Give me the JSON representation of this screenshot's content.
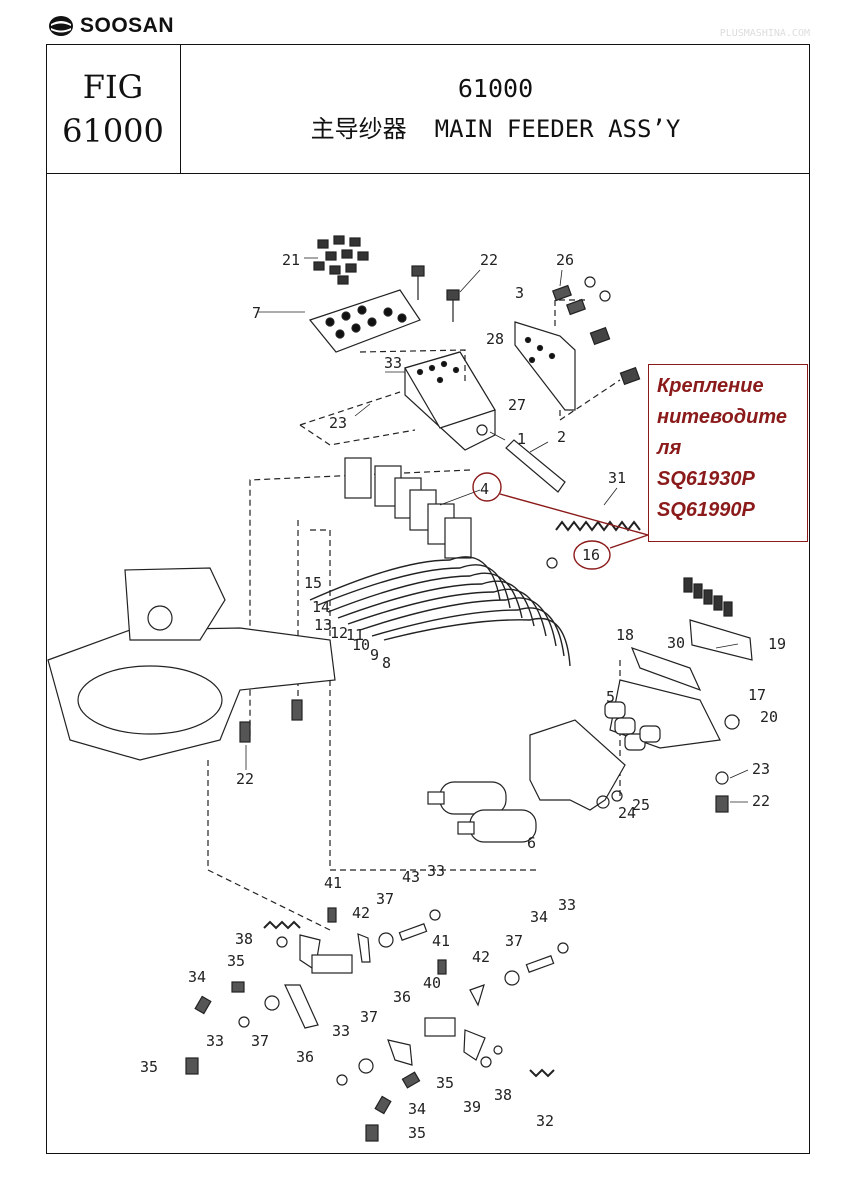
{
  "header": {
    "brand": "SOOSAN",
    "fig_label": "FIG",
    "fig_number": "61000",
    "title_number": "61000",
    "title_cn": "主导纱器",
    "title_en": "MAIN FEEDER ASS’Y",
    "faint_text": "PLUSMASHINA.COM"
  },
  "annotation": {
    "lines": [
      "Крепление",
      "нитеводите",
      "ля",
      "SQ61930P",
      "SQ61990P"
    ],
    "color": "#8b1a1a"
  },
  "callouts": [
    "21",
    "22",
    "26",
    "3",
    "7",
    "33",
    "28",
    "27",
    "23",
    "1",
    "2",
    "31",
    "4",
    "16",
    "15",
    "14",
    "13",
    "12",
    "11",
    "10",
    "9",
    "8",
    "18",
    "30",
    "19",
    "17",
    "5",
    "20",
    "23",
    "22",
    "25",
    "24",
    "6",
    "22",
    "41",
    "33",
    "43",
    "37",
    "42",
    "38",
    "35",
    "34",
    "33",
    "34",
    "37",
    "42",
    "41",
    "40",
    "36",
    "33",
    "37",
    "36",
    "35",
    "38",
    "39",
    "32",
    "35",
    "34",
    "35"
  ]
}
